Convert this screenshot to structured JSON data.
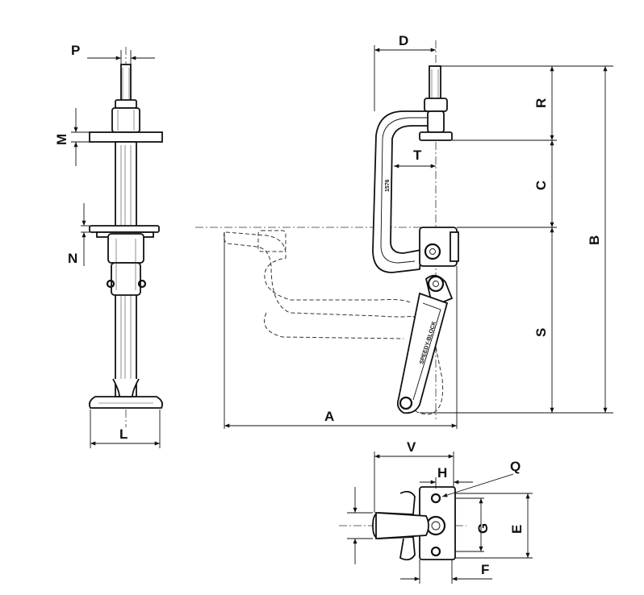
{
  "dimension_labels": {
    "P": "P",
    "M": "M",
    "N": "N",
    "L": "L",
    "D": "D",
    "R": "R",
    "T": "T",
    "C": "C",
    "B": "B",
    "S": "S",
    "A": "A",
    "V": "V",
    "H": "H",
    "Q": "Q",
    "G": "G",
    "E": "E",
    "F": "F"
  },
  "part_marking": "1576",
  "handle_marking": "SPEEDY-BLOCK"
}
